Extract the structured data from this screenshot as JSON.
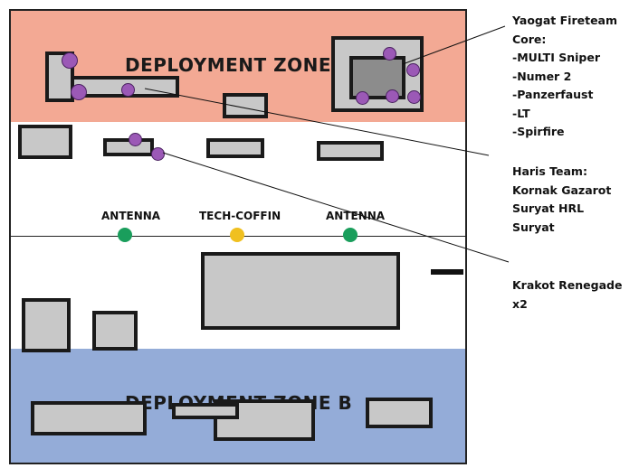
{
  "board": {
    "deployment_zone_a": "DEPLOYMENT ZONE",
    "deployment_zone_b": "DEPLOYMENT ZONE B"
  },
  "objectives": [
    {
      "label": "ANTENNA",
      "color": "#1a9e5c"
    },
    {
      "label": "TECH-COFFIN",
      "color": "#f0c020"
    },
    {
      "label": "ANTENNA",
      "color": "#1a9e5c"
    }
  ],
  "callouts": {
    "yaogat": [
      "Yaogat Fireteam",
      "Core:",
      "-MULTI Sniper",
      "-Numer 2",
      "-Panzerfaust",
      "-LT",
      "-Spirfire"
    ],
    "haris": [
      "Haris Team:",
      "Kornak Gazarot",
      "Suryat HRL",
      "Suryat"
    ],
    "krakot": [
      "Krakot Renegade",
      "x2"
    ]
  },
  "colors": {
    "zone_a": "#f3a994",
    "zone_b": "#94acd8",
    "terrain": "#c8c8c8",
    "model": "#9b59b6"
  }
}
